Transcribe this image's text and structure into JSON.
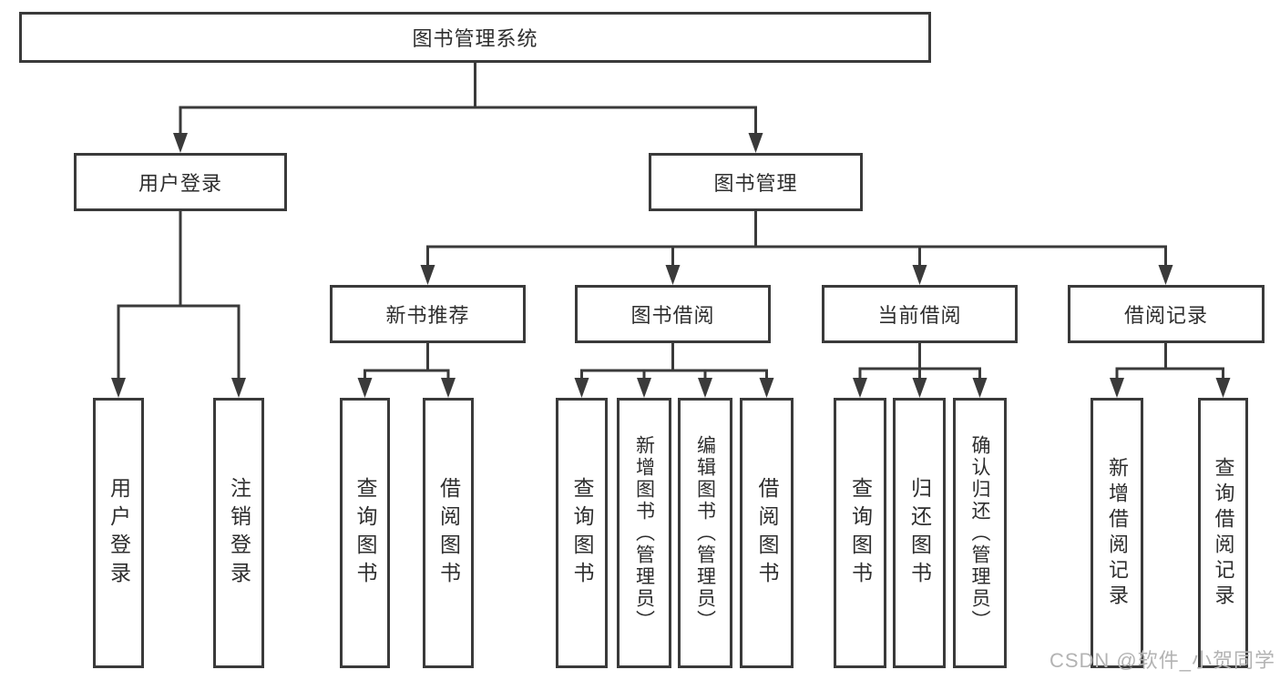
{
  "diagram": {
    "root": "图书管理系统",
    "level2": [
      "用户登录",
      "图书管理"
    ],
    "level3": [
      "新书推荐",
      "图书借阅",
      "当前借阅",
      "借阅记录"
    ],
    "leaves": [
      "用户登录",
      "注销登录",
      "查询图书",
      "借阅图书",
      "查询图书",
      "新增图书（管理员）",
      "编辑图书（管理员）",
      "借阅图书",
      "查询图书",
      "归还图书",
      "确认归还（管理员）",
      "新增借阅记录",
      "查询借阅记录"
    ],
    "tree": {
      "图书管理系统": {
        "用户登录": [
          "用户登录",
          "注销登录"
        ],
        "图书管理": {
          "新书推荐": [
            "查询图书",
            "借阅图书"
          ],
          "图书借阅": [
            "查询图书",
            "新增图书（管理员）",
            "编辑图书（管理员）",
            "借阅图书"
          ],
          "当前借阅": [
            "查询图书",
            "归还图书",
            "确认归还（管理员）"
          ],
          "借阅记录": [
            "新增借阅记录",
            "查询借阅记录"
          ]
        }
      }
    }
  },
  "colors": {
    "line": "#3a3a3a",
    "text": "#2e2e2e",
    "watermark": "#b3b3b3",
    "background": "#ffffff"
  },
  "watermark": "CSDN @软件_小贺同学"
}
